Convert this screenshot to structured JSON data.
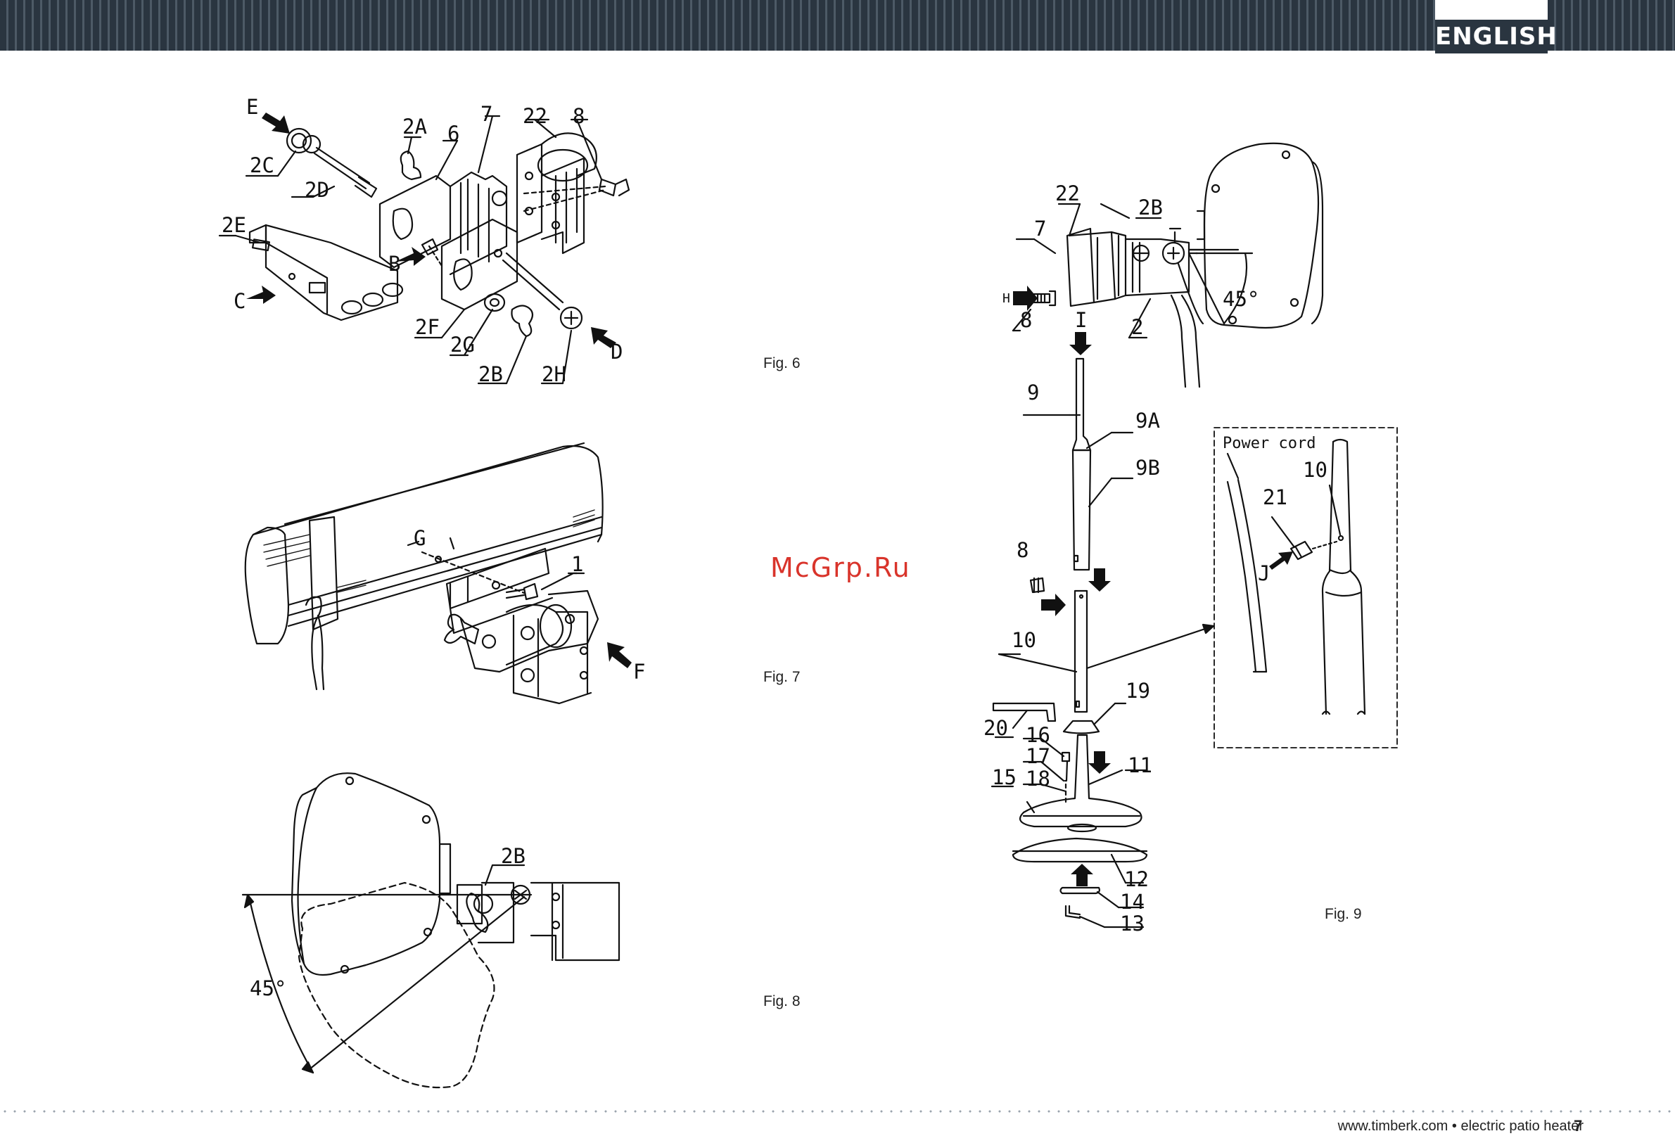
{
  "header": {
    "language": "ENGLISH"
  },
  "figures": [
    {
      "id": "fig6",
      "caption": "Fig. 6",
      "callouts": [
        "E",
        "2A",
        "6",
        "7",
        "22",
        "8",
        "2C",
        "2D",
        "2E",
        "C",
        "B",
        "2F",
        "2G",
        "2B",
        "2H",
        "D"
      ]
    },
    {
      "id": "fig7",
      "caption": "Fig. 7",
      "callouts": [
        "G",
        "1",
        "F"
      ]
    },
    {
      "id": "fig8",
      "caption": "Fig. 8",
      "callouts": [
        "2B",
        "45°"
      ]
    },
    {
      "id": "fig9",
      "caption": "Fig. 9",
      "callouts": [
        "22",
        "2B",
        "7",
        "H",
        "8",
        "I",
        "2",
        "45°",
        "9",
        "9A",
        "9B",
        "8",
        "10",
        "19",
        "20",
        "16",
        "17",
        "18",
        "15",
        "11",
        "12",
        "14",
        "13"
      ],
      "inset": {
        "title": "Power cord",
        "callouts": [
          "10",
          "21",
          "J"
        ]
      }
    }
  ],
  "watermark": "McGrp.Ru",
  "footer": {
    "text": "www.timberk.com • electric patio heater",
    "page": "7"
  }
}
